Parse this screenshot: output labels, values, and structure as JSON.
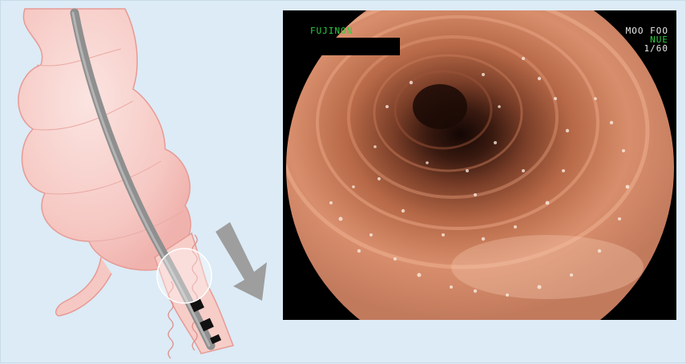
{
  "endoscope_overlay": {
    "brand": "FUJINON",
    "mode": "MOO FOO",
    "sub": "NUE",
    "rate": "1/60"
  },
  "illustration": {
    "colon_color": "#f7c9c4",
    "colon_outline": "#e8908a",
    "scope_color": "#9a9a9a",
    "arrow_color": "#9e9e9e",
    "arrow_icon": "arrow-down-right"
  }
}
